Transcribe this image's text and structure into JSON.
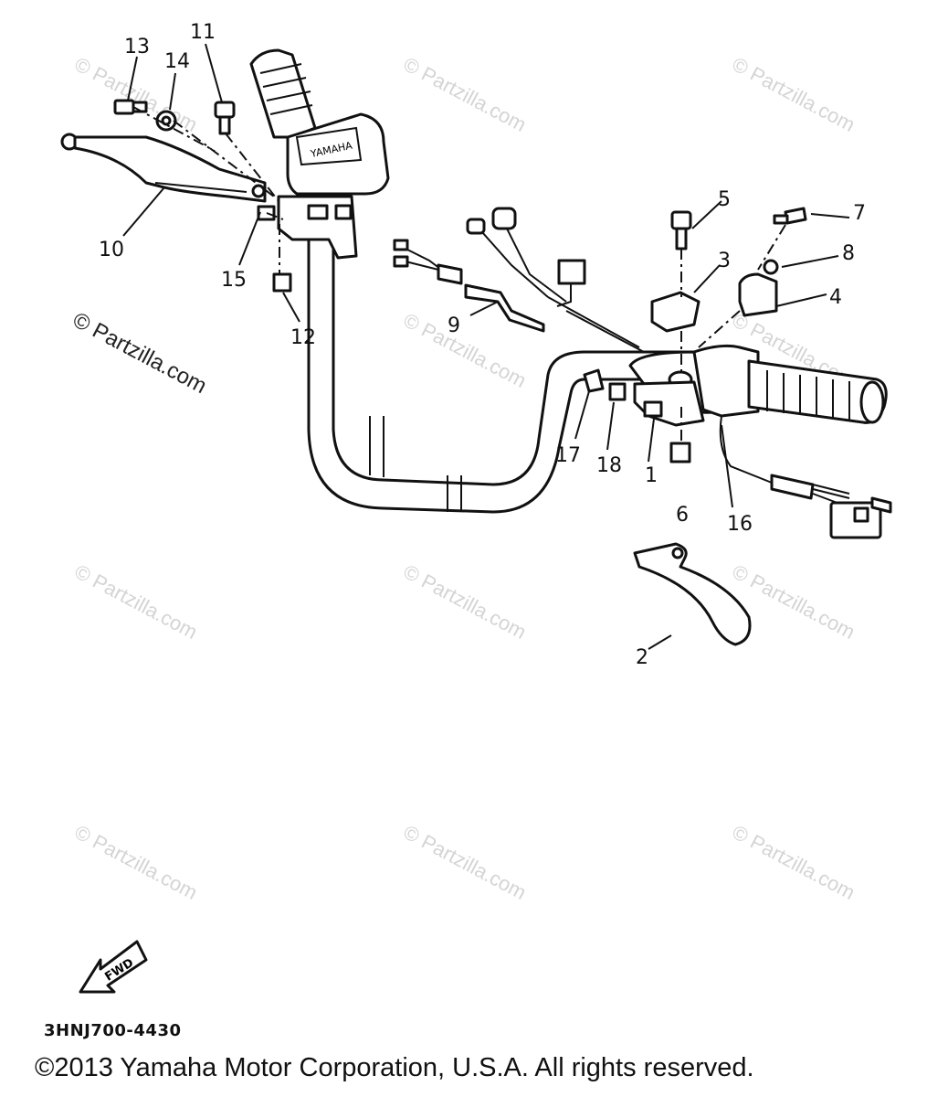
{
  "diagram": {
    "callouts": [
      "13",
      "14",
      "11",
      "10",
      "15",
      "12",
      "9",
      "5",
      "7",
      "8",
      "3",
      "4",
      "17",
      "18",
      "1",
      "6",
      "16",
      "2"
    ],
    "grip_lettering": "YAMAHA",
    "fwd_label": "FWD",
    "part_code": "3HNJ700-4430",
    "copyright": "©2013 Yamaha Motor Corporation, U.S.A. All rights reserved.",
    "watermark_text": "© Partzilla.com",
    "watermark_color": "#d4d4d4"
  }
}
